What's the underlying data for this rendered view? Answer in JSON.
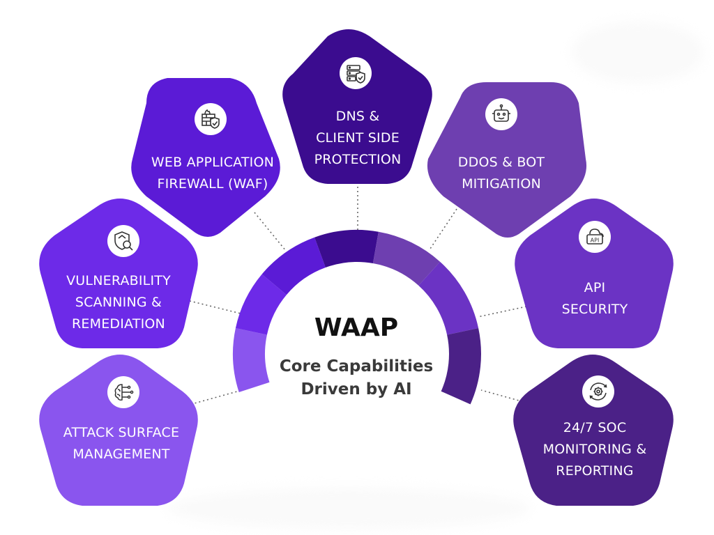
{
  "center": {
    "title": "WAAP",
    "subtitle_line1": "Core Capabilities",
    "subtitle_line2": "Driven by AI"
  },
  "colors": {
    "waf": "#5b1bd6",
    "dns": "#3b0c8f",
    "ddos": "#6e3fb0",
    "vuln": "#6d2ae8",
    "api": "#6b33c4",
    "attack": "#8a55ee",
    "soc": "#4b2187",
    "connector": "#666666"
  },
  "nodes": {
    "waf": {
      "line1": "WEB APPLICATION",
      "line2": "FIREWALL (WAF)",
      "icon": "firewall-shield-icon"
    },
    "dns": {
      "line1": "DNS &",
      "line2": "CLIENT SIDE",
      "line3": "PROTECTION",
      "icon": "server-shield-icon"
    },
    "ddos": {
      "line1": "DDOS & BOT",
      "line2": "MITIGATION",
      "icon": "robot-icon"
    },
    "vuln": {
      "line1": "VULNERABILITY",
      "line2": "SCANNING &",
      "line3": "REMEDIATION",
      "icon": "shield-search-icon"
    },
    "api": {
      "line1": "API",
      "line2": "SECURITY",
      "icon": "api-cloud-icon"
    },
    "attack": {
      "line1": "ATTACK SURFACE",
      "line2": "MANAGEMENT",
      "icon": "brain-circuit-icon"
    },
    "soc": {
      "line1": "24/7 SOC",
      "line2": "MONITORING &",
      "line3": "REPORTING",
      "icon": "gear-cycle-icon"
    }
  }
}
